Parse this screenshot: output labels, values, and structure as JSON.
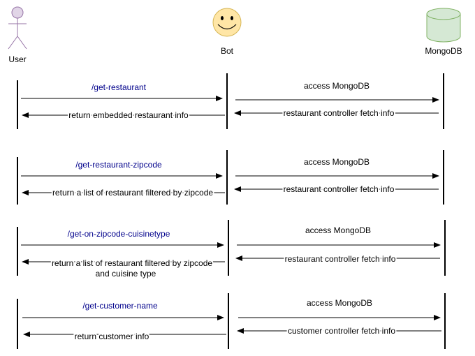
{
  "actors": {
    "user": "User",
    "bot": "Bot",
    "mongodb": "MongoDB"
  },
  "colors": {
    "command": "#00008b",
    "actor_fill": "#e1d5e7",
    "actor_stroke": "#9673a6",
    "bot_fill": "#ffe6a6",
    "bot_stroke": "#d6b656",
    "db_fill": "#d5e8d4",
    "db_stroke": "#82b366"
  },
  "flows": [
    {
      "command": "/get-restaurant",
      "db_request": "access MongoDB",
      "db_response": "restaurant controller fetch info",
      "user_response": [
        "return embedded restaurant info"
      ]
    },
    {
      "command": "/get-restaurant-zipcode",
      "db_request": "access MongoDB",
      "db_response": "restaurant controller fetch info",
      "user_response": [
        "return a list of restaurant filtered by zipcode"
      ]
    },
    {
      "command": "/get-on-zipcode-cuisinetype",
      "db_request": "access MongoDB",
      "db_response": "restaurant controller fetch info",
      "user_response": [
        "return a list of restaurant filtered by zipcode",
        "and cuisine type"
      ]
    },
    {
      "command": "/get-customer-name",
      "db_request": "access MongoDB",
      "db_response": "customer controller fetch info",
      "user_response": [
        "return customer info"
      ]
    }
  ]
}
